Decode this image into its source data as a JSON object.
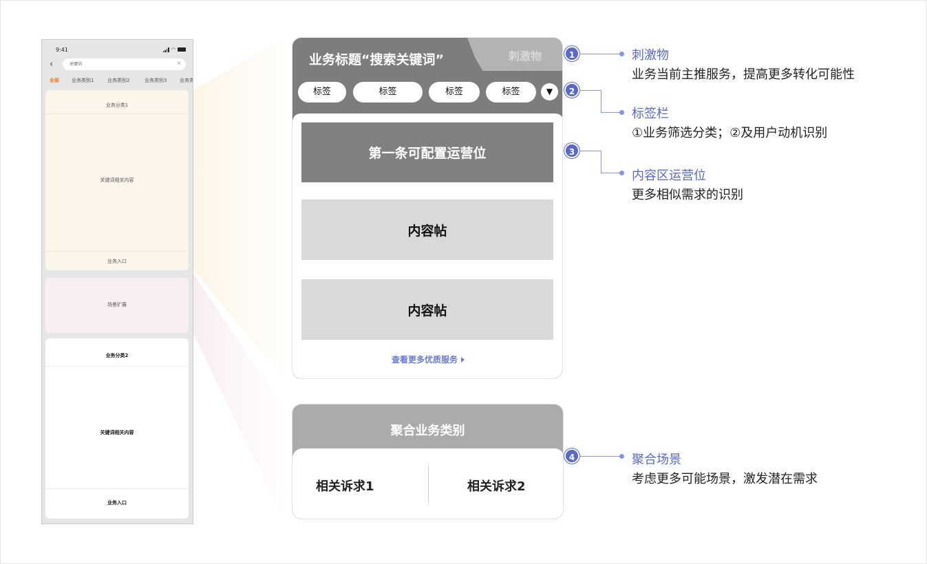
{
  "phone": {
    "time": "9:41",
    "search_text": "关键词",
    "clear_icon": "×",
    "back_icon": "‹",
    "tabs": [
      "全部",
      "业务类别1",
      "业务类别2",
      "业务类别3",
      "业务类"
    ],
    "section1": {
      "title": "业务分类1",
      "content": "关键词相关内容",
      "entry": "业务入口"
    },
    "expand": "场景扩展",
    "section2": {
      "title": "业务分类2",
      "content": "关键词相关内容",
      "entry": "业务入口"
    }
  },
  "detail1": {
    "title": "业务标题“搜索关键词”",
    "stimulus_tab": "刺激物",
    "tags": [
      "标签",
      "标签",
      "标签",
      "标签"
    ],
    "more_icon": "▼",
    "op_slot": "第一条可配置运营位",
    "posts": [
      "内容帖",
      "内容帖"
    ],
    "see_more": "查看更多优质服务"
  },
  "detail2": {
    "title": "聚合业务类别",
    "needs": [
      "相关诉求1",
      "相关诉求2"
    ]
  },
  "annotations": [
    {
      "num": "1",
      "title": "刺激物",
      "desc": "业务当前主推服务，提高更多转化可能性"
    },
    {
      "num": "2",
      "title": "标签栏",
      "desc": "①业务筛选分类；②及用户动机识别"
    },
    {
      "num": "3",
      "title": "内容区运营位",
      "desc": "更多相似需求的识别"
    },
    {
      "num": "4",
      "title": "聚合场景",
      "desc": "考虑更多可能场景，激发潜在需求"
    }
  ],
  "colors": {
    "accent": "#5a68c9",
    "active_tab": "#f47b20",
    "header_gray": "#7d7d7d",
    "link": "#6b7ad1"
  }
}
